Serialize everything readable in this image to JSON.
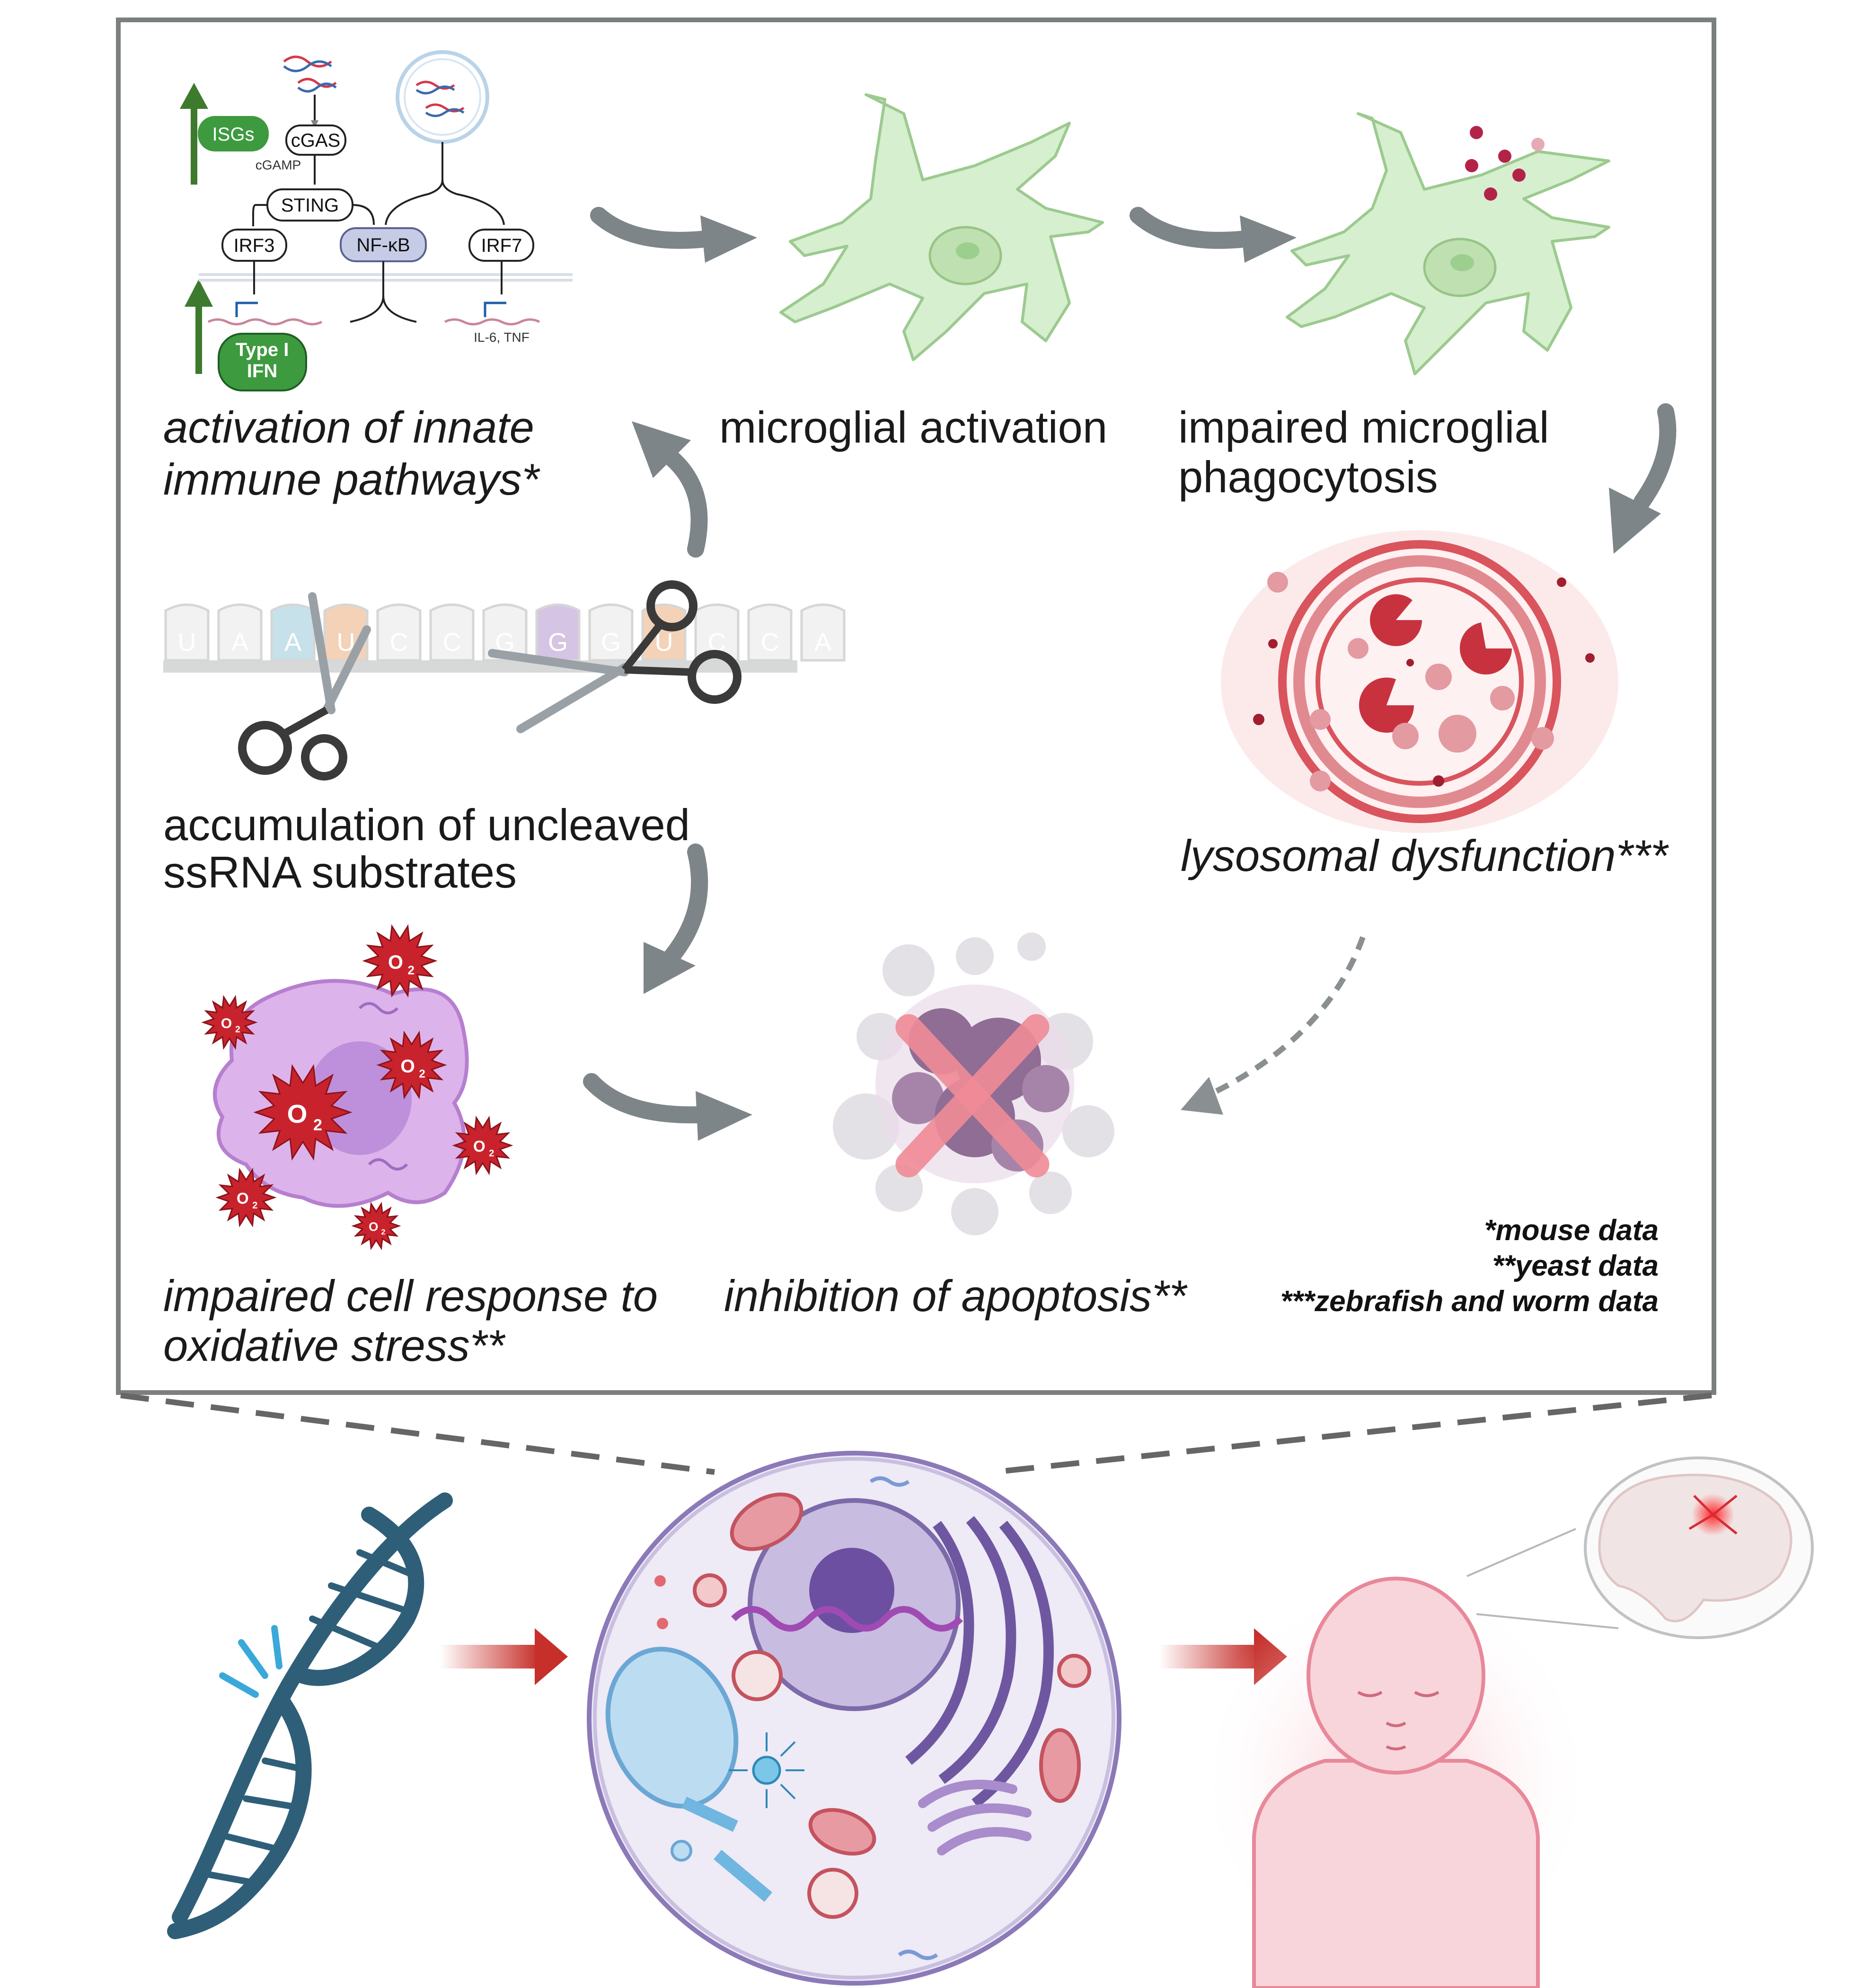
{
  "colors": {
    "frame": "#7b7f80",
    "arrow_grey": "#7d8588",
    "arrow_red": "#c62f2a",
    "microglia_fill": "#d6efcf",
    "microglia_stroke": "#9cca8f",
    "lysosome": "#d9545c",
    "ros": "#c8232c",
    "cell_purple": "#d8aee6",
    "dna": "#2f5f78",
    "green_badge": "#3d9a3f"
  },
  "icons": [
    "dna-icon",
    "scissors-icon",
    "ros-star-icon",
    "microglia-icon",
    "lysosome-icon",
    "cell-icon",
    "baby-icon",
    "brain-icon",
    "apoptotic-cell-icon"
  ],
  "pathway": {
    "isgs": "ISGs",
    "cgas": "cGAS",
    "cgamp": "cGAMP",
    "sting": "STING",
    "irf3": "IRF3",
    "nfkb": "NF-κB",
    "irf7": "IRF7",
    "type1_ifn_line1": "Type I",
    "type1_ifn_line2": "IFN",
    "cytokines": "IL-6, TNF"
  },
  "rna": {
    "nucleotides": [
      "U",
      "A",
      "A",
      "U",
      "C",
      "C",
      "G",
      "G",
      "G",
      "U",
      "C",
      "C",
      "A"
    ]
  },
  "ros_label": "O",
  "ros_sub": "2",
  "labels": {
    "innate_line1": "activation of innate",
    "innate_line2": "immune pathways*",
    "microglial_activation": "microglial activation",
    "phago_line1": "impaired microglial",
    "phago_line2": "phagocytosis",
    "accum_line1": "accumulation of uncleaved",
    "accum_line2": "ssRNA substrates",
    "lysosomal": "lysosomal dysfunction***",
    "oxid_line1": "impaired cell response to",
    "oxid_line2": "oxidative stress**",
    "apoptosis": "inhibition of apoptosis**"
  },
  "footnotes": {
    "mouse": "*mouse data",
    "yeast": "**yeast data",
    "zebrafish": "***zebrafish and worm data"
  }
}
